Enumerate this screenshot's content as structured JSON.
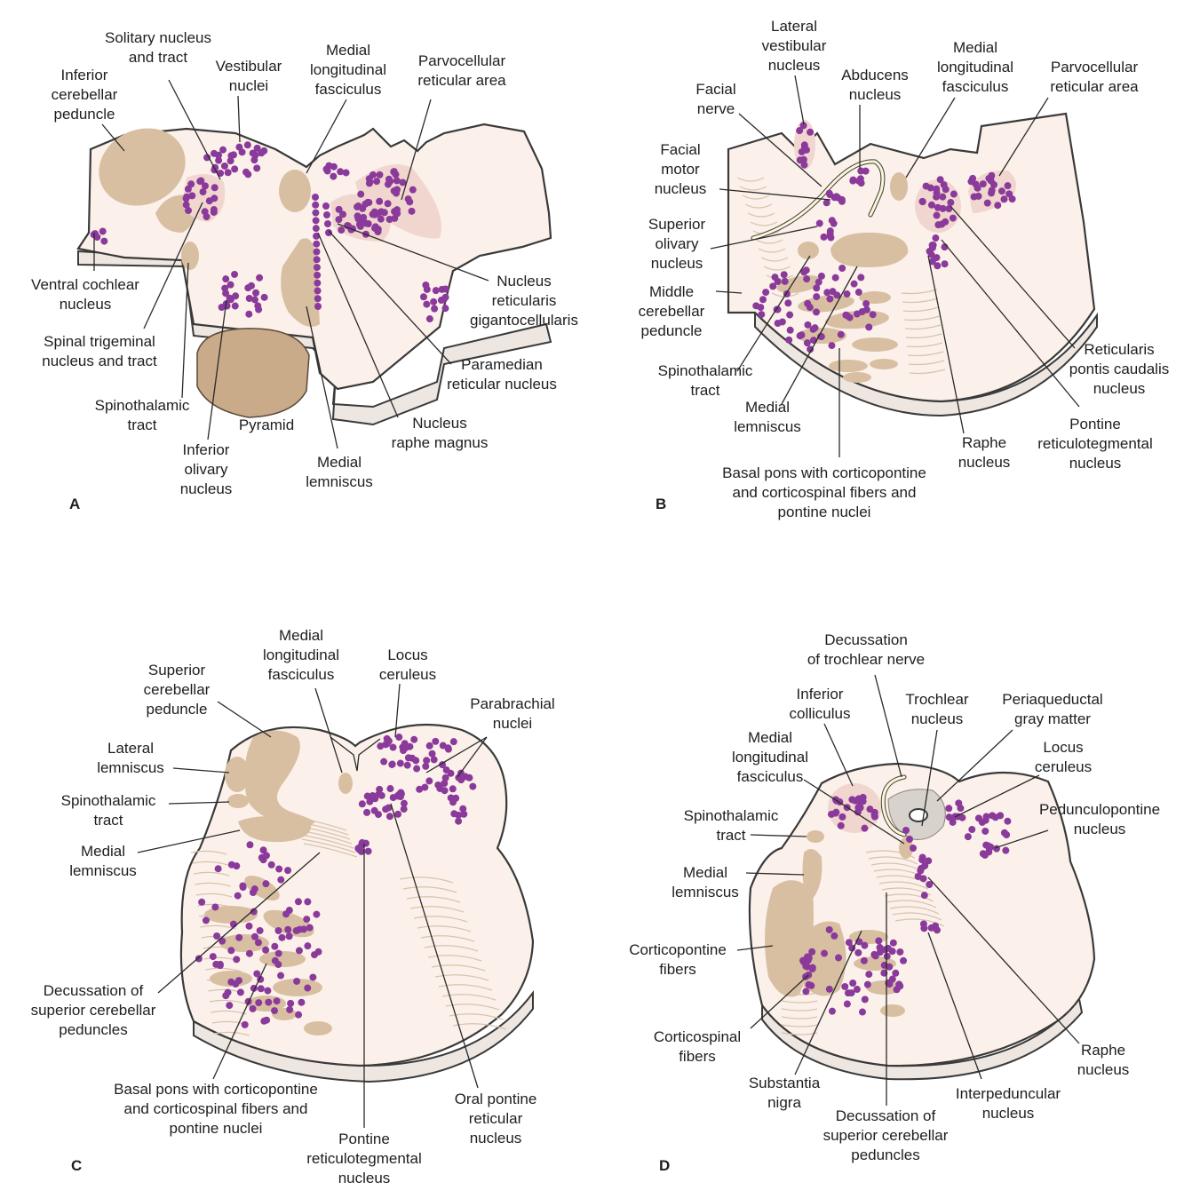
{
  "panels": [
    {
      "letter": "A",
      "labels": [
        {
          "lines": [
            "Solitary nucleus",
            "and tract"
          ]
        },
        {
          "lines": [
            "Inferior",
            "cerebellar",
            "peduncle"
          ]
        },
        {
          "lines": [
            "Vestibular",
            "nuclei"
          ]
        },
        {
          "lines": [
            "Medial",
            "longitudinal",
            "fasciculus"
          ]
        },
        {
          "lines": [
            "Parvocellular",
            "reticular area"
          ]
        },
        {
          "lines": [
            "Ventral cochlear",
            "nucleus"
          ]
        },
        {
          "lines": [
            "Spinal trigeminal",
            "nucleus and tract"
          ]
        },
        {
          "lines": [
            "Nucleus",
            "reticularis",
            "gigantocellularis"
          ]
        },
        {
          "lines": [
            "Paramedian",
            "reticular nucleus"
          ]
        },
        {
          "lines": [
            "Spinothalamic",
            "tract"
          ]
        },
        {
          "lines": [
            "Pyramid"
          ]
        },
        {
          "lines": [
            "Nucleus",
            "raphe magnus"
          ]
        },
        {
          "lines": [
            "Inferior",
            "olivary",
            "nucleus"
          ]
        },
        {
          "lines": [
            "Medial",
            "lemniscus"
          ]
        }
      ]
    },
    {
      "letter": "B",
      "labels": [
        {
          "lines": [
            "Lateral",
            "vestibular",
            "nucleus"
          ]
        },
        {
          "lines": [
            "Abducens",
            "nucleus"
          ]
        },
        {
          "lines": [
            "Medial",
            "longitudinal",
            "fasciculus"
          ]
        },
        {
          "lines": [
            "Parvocellular",
            "reticular area"
          ]
        },
        {
          "lines": [
            "Facial",
            "nerve"
          ]
        },
        {
          "lines": [
            "Facial",
            "motor",
            "nucleus"
          ]
        },
        {
          "lines": [
            "Superior",
            "olivary",
            "nucleus"
          ]
        },
        {
          "lines": [
            "Middle",
            "cerebellar",
            "peduncle"
          ]
        },
        {
          "lines": [
            "Reticularis",
            "pontis caudalis",
            "nucleus"
          ]
        },
        {
          "lines": [
            "Spinothalamic",
            "tract"
          ]
        },
        {
          "lines": [
            "Pontine",
            "reticulotegmental",
            "nucleus"
          ]
        },
        {
          "lines": [
            "Medial",
            "lemniscus"
          ]
        },
        {
          "lines": [
            "Raphe",
            "nucleus"
          ]
        },
        {
          "lines": [
            "Basal pons with corticopontine",
            "and corticospinal fibers and",
            "pontine nuclei"
          ]
        }
      ]
    },
    {
      "letter": "C",
      "labels": [
        {
          "lines": [
            "Medial",
            "longitudinal",
            "fasciculus"
          ]
        },
        {
          "lines": [
            "Locus",
            "ceruleus"
          ]
        },
        {
          "lines": [
            "Superior",
            "cerebellar",
            "peduncle"
          ]
        },
        {
          "lines": [
            "Parabrachial",
            "nuclei"
          ]
        },
        {
          "lines": [
            "Lateral",
            "lemniscus"
          ]
        },
        {
          "lines": [
            "Spinothalamic",
            "tract"
          ]
        },
        {
          "lines": [
            "Medial",
            "lemniscus"
          ]
        },
        {
          "lines": [
            "Decussation of",
            "superior cerebellar",
            "peduncles"
          ]
        },
        {
          "lines": [
            "Basal pons with corticopontine",
            "and corticospinal fibers and",
            "pontine nuclei"
          ]
        },
        {
          "lines": [
            "Oral pontine",
            "reticular",
            "nucleus"
          ]
        },
        {
          "lines": [
            "Pontine",
            "reticulotegmental",
            "nucleus"
          ]
        }
      ]
    },
    {
      "letter": "D",
      "labels": [
        {
          "lines": [
            "Decussation",
            "of trochlear nerve"
          ]
        },
        {
          "lines": [
            "Inferior",
            "colliculus"
          ]
        },
        {
          "lines": [
            "Trochlear",
            "nucleus"
          ]
        },
        {
          "lines": [
            "Periaqueductal",
            "gray matter"
          ]
        },
        {
          "lines": [
            "Medial",
            "longitudinal",
            "fasciculus"
          ]
        },
        {
          "lines": [
            "Locus",
            "ceruleus"
          ]
        },
        {
          "lines": [
            "Spinothalamic",
            "tract"
          ]
        },
        {
          "lines": [
            "Pedunculopontine",
            "nucleus"
          ]
        },
        {
          "lines": [
            "Medial",
            "lemniscus"
          ]
        },
        {
          "lines": [
            "Corticopontine",
            "fibers"
          ]
        },
        {
          "lines": [
            "Corticospinal",
            "fibers"
          ]
        },
        {
          "lines": [
            "Raphe",
            "nucleus"
          ]
        },
        {
          "lines": [
            "Substantia",
            "nigra"
          ]
        },
        {
          "lines": [
            "Interpeduncular",
            "nucleus"
          ]
        },
        {
          "lines": [
            "Decussation of",
            "superior cerebellar",
            "peduncles"
          ]
        }
      ]
    }
  ],
  "colors": {
    "outline": "#3a3a3a",
    "tissue": "#fbf1ea",
    "tract": "#d9bfa2",
    "nucleus_halo": "#f1d6cf",
    "nucleus_dot": "#8a3a9a"
  }
}
